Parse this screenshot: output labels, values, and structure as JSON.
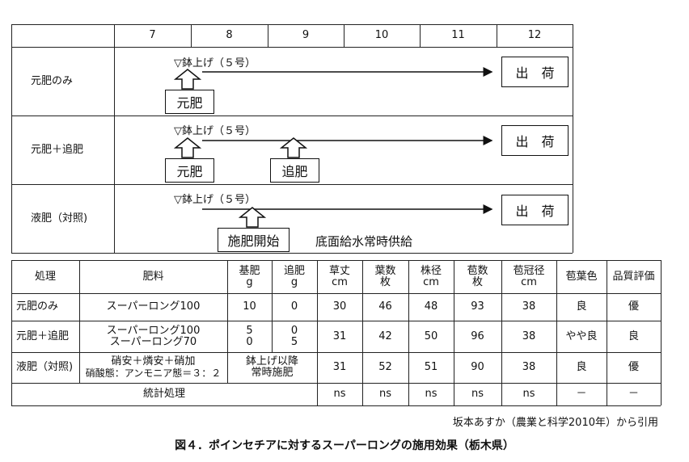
{
  "schedule": {
    "months": [
      "7",
      "8",
      "9",
      "10",
      "11",
      "12"
    ],
    "rows": [
      {
        "label": "元肥のみ",
        "pot_label": "▽鉢上げ（５号）",
        "ship_label": "出　荷",
        "fert_boxes": [
          "元肥"
        ],
        "note": ""
      },
      {
        "label": "元肥＋追肥",
        "pot_label": "▽鉢上げ（５号）",
        "ship_label": "出　荷",
        "fert_boxes": [
          "元肥",
          "追肥"
        ],
        "note": ""
      },
      {
        "label": "液肥（対照)",
        "pot_label": "▽鉢上げ（５号）",
        "ship_label": "出　荷",
        "fert_boxes": [
          "施肥開始"
        ],
        "note": "底面給水常時供給"
      }
    ]
  },
  "results": {
    "headers": {
      "treatment": "処理",
      "fertilizer": "肥料",
      "base_l1": "基肥",
      "base_l2": "g",
      "top_l1": "追肥",
      "top_l2": "g",
      "height_l1": "草丈",
      "height_l2": "cm",
      "leaves_l1": "葉数",
      "leaves_l2": "枚",
      "stem_l1": "株径",
      "stem_l2": "cm",
      "bracts_l1": "苞数",
      "bracts_l2": "枚",
      "crown_l1": "苞冠径",
      "crown_l2": "cm",
      "bract_color": "苞葉色",
      "quality": "品質評価"
    },
    "rows": [
      {
        "treatment": "元肥のみ",
        "fert_l1": "スーパーロング100",
        "fert_l2": "",
        "base_l1": "10",
        "base_l2": "",
        "top_l1": "0",
        "top_l2": "",
        "height": "30",
        "leaves": "46",
        "stem": "48",
        "bracts": "93",
        "crown": "38",
        "color": "良",
        "quality": "優"
      },
      {
        "treatment": "元肥＋追肥",
        "fert_l1": "スーパーロング100",
        "fert_l2": "スーパーロング70",
        "base_l1": "5",
        "base_l2": "0",
        "top_l1": "0",
        "top_l2": "5",
        "height": "31",
        "leaves": "42",
        "stem": "50",
        "bracts": "96",
        "crown": "38",
        "color": "やや良",
        "quality": "良"
      },
      {
        "treatment": "液肥（対照)",
        "fert_l1": "硝安＋燐安＋硝加",
        "fert_l2": "硝酸態：アンモニア態＝３：２",
        "merged_l1": "鉢上げ以降",
        "merged_l2": "常時施肥",
        "height": "31",
        "leaves": "52",
        "stem": "51",
        "bracts": "90",
        "crown": "38",
        "color": "良",
        "quality": "優"
      }
    ],
    "stats": {
      "label": "統計処理",
      "height": "ns",
      "leaves": "ns",
      "stem": "ns",
      "bracts": "ns",
      "crown": "ns",
      "color": "－",
      "quality": "－"
    }
  },
  "source": "坂本あすか（農業と科学2010年）から引用",
  "caption": "図４．ポインセチアに対するスーパーロングの施用効果（栃木県）"
}
